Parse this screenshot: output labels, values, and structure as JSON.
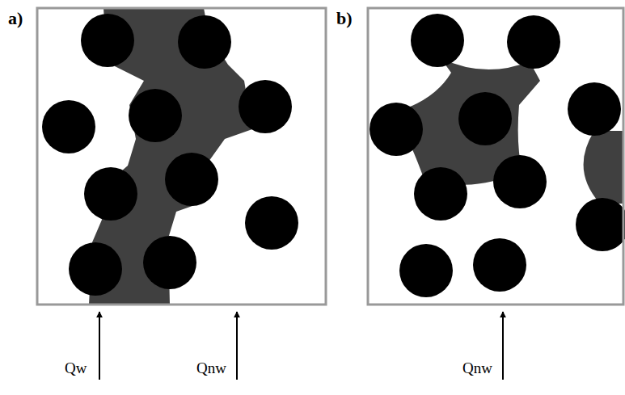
{
  "diagram": {
    "labels": [
      "a)",
      "b)",
      "Qw",
      "Qnw",
      "Qnw"
    ]
  }
}
